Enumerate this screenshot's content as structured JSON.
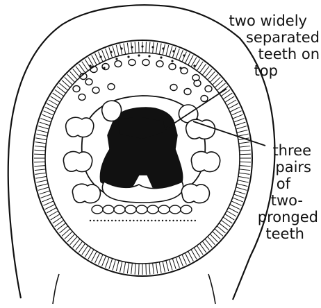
{
  "diagram": {
    "callouts": [
      {
        "lines": [
          "two widely",
          "separated",
          "teeth on",
          "top"
        ]
      },
      {
        "lines": [
          "three",
          "pairs",
          "of",
          "two-",
          "pronged",
          "teeth"
        ]
      }
    ],
    "colors": {
      "ink": "#111111",
      "paper": "#ffffff"
    }
  }
}
